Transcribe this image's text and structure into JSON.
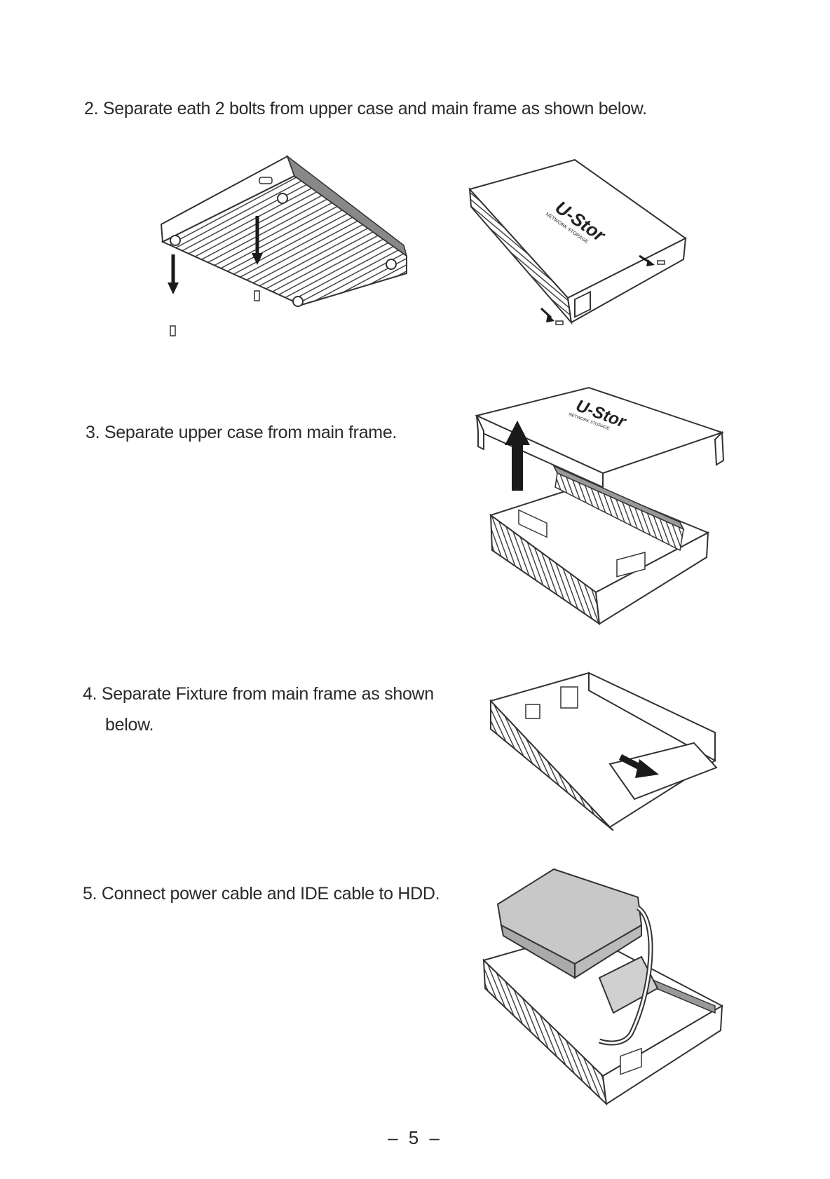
{
  "steps": [
    {
      "text": "2. Separate eath 2 bolts from upper case and main frame as shown below."
    },
    {
      "text": "3. Separate upper case from main frame."
    },
    {
      "text": "4. Separate Fixture from main frame as shown",
      "text_cont": "below."
    },
    {
      "text": "5. Connect power cable and IDE cable to HDD."
    }
  ],
  "figures": {
    "brand": "U-Stor",
    "brand_sub": "NETWORK STORAGE"
  },
  "page_number": "– 5 –",
  "colors": {
    "line": "#333333",
    "shade": "#9a9a9a",
    "hdd": "#c8c8c8",
    "arrow": "#1a1a1a"
  }
}
